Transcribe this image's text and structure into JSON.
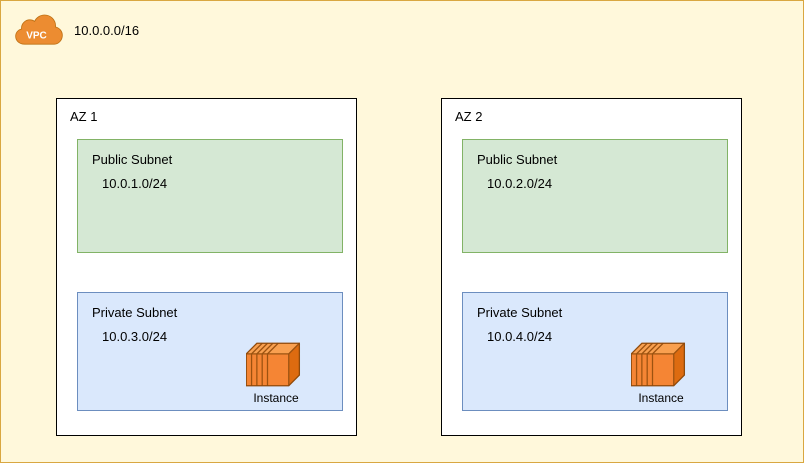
{
  "vpc": {
    "icon_label": "VPC",
    "cidr": "10.0.0.0/16"
  },
  "azs": [
    {
      "label": "AZ 1",
      "public": {
        "title": "Public Subnet",
        "cidr": "10.0.1.0/24"
      },
      "private": {
        "title": "Private Subnet",
        "cidr": "10.0.3.0/24"
      },
      "instance_label": "Instance"
    },
    {
      "label": "AZ 2",
      "public": {
        "title": "Public Subnet",
        "cidr": "10.0.2.0/24"
      },
      "private": {
        "title": "Private Subnet",
        "cidr": "10.0.4.0/24"
      },
      "instance_label": "Instance"
    }
  ],
  "icons": {
    "vpc_cloud": "vpc-cloud-icon",
    "instance": "ec2-instance-icon"
  },
  "colors": {
    "vpc_background": "#FFF8DB",
    "vpc_border": "#D9A741",
    "vpc_cloud_orange": "#EC8C31",
    "az_background": "#FFFFFF",
    "az_border": "#000000",
    "public_subnet_background": "#D5E8D4",
    "public_subnet_border": "#82B366",
    "private_subnet_background": "#DAE8FC",
    "private_subnet_border": "#6C8EBF",
    "instance_orange": "#F58534"
  }
}
